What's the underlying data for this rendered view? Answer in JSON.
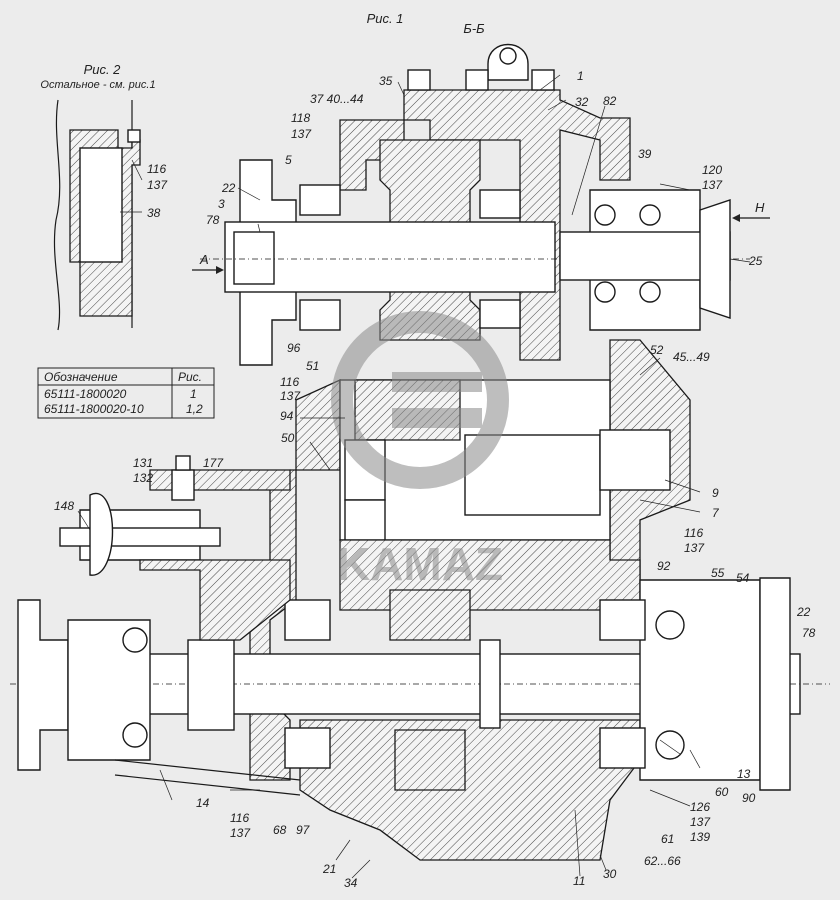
{
  "drawing": {
    "fig1_title": "Рис. 1",
    "section_title": "Б-Б",
    "fig2_title": "Рис. 2",
    "fig2_note": "Остальное - см. рис.1",
    "arrow_a": "A",
    "arrow_h": "H",
    "watermark": "KAMAZ"
  },
  "table": {
    "headers": [
      "Обозначение",
      "Рис."
    ],
    "rows": [
      [
        "65111-1800020",
        "1"
      ],
      [
        "65111-1800020-10",
        "1,2"
      ]
    ]
  },
  "callouts": [
    {
      "id": "c35",
      "text": "35"
    },
    {
      "id": "c1",
      "text": "1"
    },
    {
      "id": "c32",
      "text": "32"
    },
    {
      "id": "c37",
      "text": "37 40...44"
    },
    {
      "id": "c82",
      "text": "82"
    },
    {
      "id": "c118",
      "text": "118"
    },
    {
      "id": "c137a",
      "text": "137"
    },
    {
      "id": "c5",
      "text": "5"
    },
    {
      "id": "c39",
      "text": "39"
    },
    {
      "id": "c120",
      "text": "120"
    },
    {
      "id": "c137b",
      "text": "137"
    },
    {
      "id": "c22a",
      "text": "22"
    },
    {
      "id": "c3",
      "text": "3"
    },
    {
      "id": "c78a",
      "text": "78"
    },
    {
      "id": "c25",
      "text": "25"
    },
    {
      "id": "c96",
      "text": "96"
    },
    {
      "id": "c52",
      "text": "52"
    },
    {
      "id": "c45",
      "text": "45...49"
    },
    {
      "id": "c51",
      "text": "51"
    },
    {
      "id": "c116a",
      "text": "116"
    },
    {
      "id": "c137c",
      "text": "137"
    },
    {
      "id": "c94",
      "text": "94"
    },
    {
      "id": "c50",
      "text": "50"
    },
    {
      "id": "c131",
      "text": "131"
    },
    {
      "id": "c132",
      "text": "132"
    },
    {
      "id": "c177",
      "text": "177"
    },
    {
      "id": "c9",
      "text": "9"
    },
    {
      "id": "c7",
      "text": "7"
    },
    {
      "id": "c148",
      "text": "148"
    },
    {
      "id": "c116b",
      "text": "116"
    },
    {
      "id": "c137d",
      "text": "137"
    },
    {
      "id": "c92",
      "text": "92"
    },
    {
      "id": "c55",
      "text": "55"
    },
    {
      "id": "c54",
      "text": "54"
    },
    {
      "id": "c22b",
      "text": "22"
    },
    {
      "id": "c78b",
      "text": "78"
    },
    {
      "id": "c13",
      "text": "13"
    },
    {
      "id": "c60",
      "text": "60"
    },
    {
      "id": "c90",
      "text": "90"
    },
    {
      "id": "c14",
      "text": "14"
    },
    {
      "id": "c126",
      "text": "126"
    },
    {
      "id": "c137e",
      "text": "137"
    },
    {
      "id": "c139",
      "text": "139"
    },
    {
      "id": "c116c",
      "text": "116"
    },
    {
      "id": "c137f",
      "text": "137"
    },
    {
      "id": "c68",
      "text": "68"
    },
    {
      "id": "c97",
      "text": "97"
    },
    {
      "id": "c61",
      "text": "61"
    },
    {
      "id": "c62",
      "text": "62...66"
    },
    {
      "id": "c21",
      "text": "21"
    },
    {
      "id": "c11",
      "text": "11"
    },
    {
      "id": "c30",
      "text": "30"
    },
    {
      "id": "c34",
      "text": "34"
    },
    {
      "id": "c116d",
      "text": "116"
    },
    {
      "id": "c137g",
      "text": "137"
    },
    {
      "id": "c38",
      "text": "38"
    }
  ]
}
